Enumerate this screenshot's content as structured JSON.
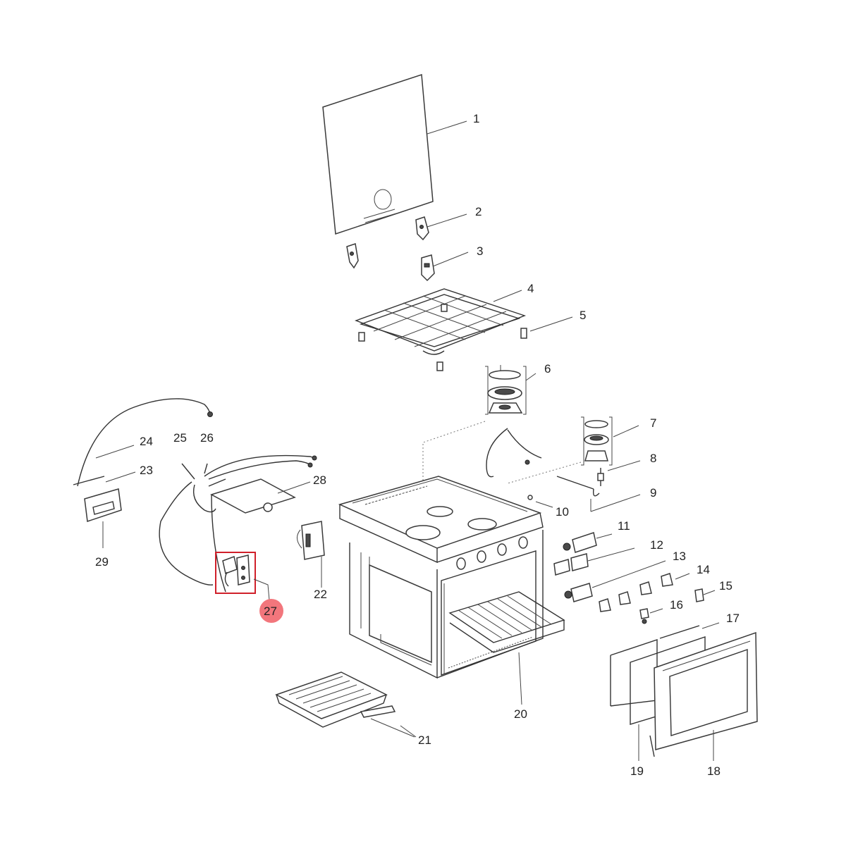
{
  "callouts": [
    {
      "id": "1",
      "text": "1"
    },
    {
      "id": "2",
      "text": "2"
    },
    {
      "id": "3",
      "text": "3"
    },
    {
      "id": "4",
      "text": "4"
    },
    {
      "id": "5",
      "text": "5"
    },
    {
      "id": "6",
      "text": "6"
    },
    {
      "id": "7",
      "text": "7"
    },
    {
      "id": "8",
      "text": "8"
    },
    {
      "id": "9",
      "text": "9"
    },
    {
      "id": "10",
      "text": "10"
    },
    {
      "id": "11",
      "text": "11"
    },
    {
      "id": "12",
      "text": "12"
    },
    {
      "id": "13",
      "text": "13"
    },
    {
      "id": "14",
      "text": "14"
    },
    {
      "id": "15",
      "text": "15"
    },
    {
      "id": "16",
      "text": "16"
    },
    {
      "id": "17",
      "text": "17"
    },
    {
      "id": "18",
      "text": "18"
    },
    {
      "id": "19",
      "text": "19"
    },
    {
      "id": "20",
      "text": "20"
    },
    {
      "id": "21",
      "text": "21"
    },
    {
      "id": "22",
      "text": "22"
    },
    {
      "id": "23",
      "text": "23"
    },
    {
      "id": "24",
      "text": "24"
    },
    {
      "id": "25",
      "text": "25"
    },
    {
      "id": "26",
      "text": "26"
    },
    {
      "id": "27",
      "text": "27"
    },
    {
      "id": "28",
      "text": "28"
    },
    {
      "id": "29",
      "text": "29"
    }
  ],
  "highlight": {
    "part": "27",
    "box_color": "#d0202a",
    "badge_color": "#f2767c",
    "label_color": "#222222"
  }
}
